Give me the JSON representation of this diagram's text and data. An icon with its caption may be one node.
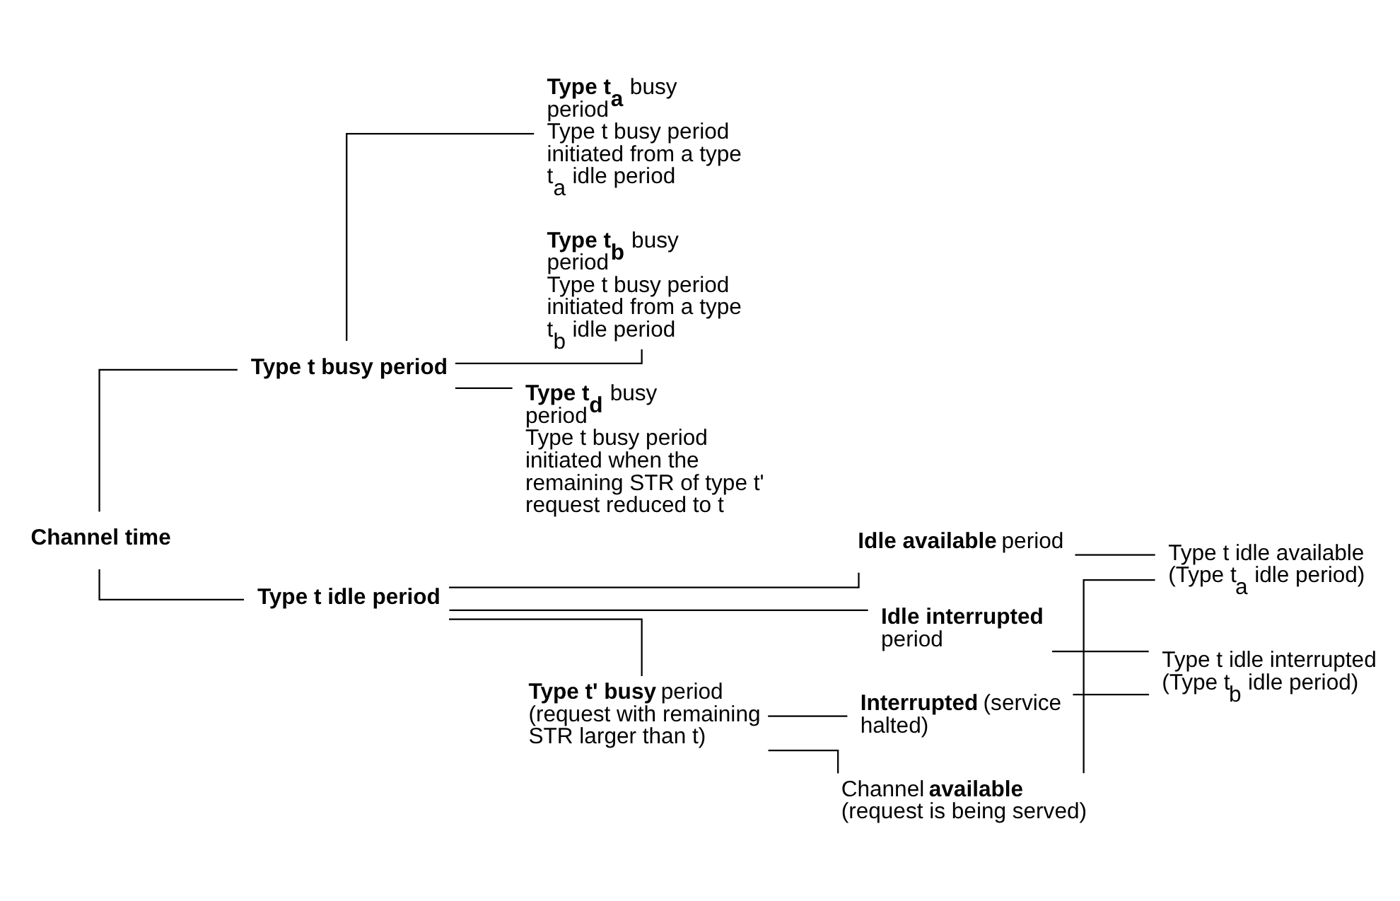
{
  "diagram": {
    "nodes": [
      {
        "text": [
          "Channel time"
        ]
      },
      {
        "text": [
          "Type t busy period"
        ]
      },
      {
        "text": [
          "Type t idle period"
        ]
      },
      {
        "text": [
          "**Type t$_{a}$** busy period",
          "Type t busy period initiated from a type t$_{a}$ idle period"
        ]
      },
      {
        "text": [
          "**Type t$_{b}$** busy period",
          "Type t busy period initiated from a type t$_{b}$ idle period"
        ]
      },
      {
        "text": [
          "**Type t$_{d}$** busy period",
          "Type t busy period initiated when the remaining STR of type t' request reduced to t"
        ]
      },
      {
        "text": [
          "**Idle available** period"
        ]
      },
      {
        "text": [
          "**Idle interrupted** period"
        ]
      },
      {
        "text": [
          "**Type t' busy** period",
          "(request with remaining STR larger than t)"
        ]
      },
      {
        "text": [
          "**Interrupted** (service halted)"
        ]
      },
      {
        "text": [
          "Channel **available** (request is being served)"
        ]
      },
      {
        "text": [
          "Type t idle interrupted (Type t$_{b}$ idle period)"
        ]
      },
      {
        "text": [
          "Type t idle available (Type t$_{a}$ idle period)"
        ]
      }
    ],
    "edges": [
      {
        "from": 0,
        "to": 1,
        "arrow": "none"
      },
      {
        "from": 0,
        "to": 2,
        "arrow": "none"
      },
      {
        "from": 1,
        "to": 3,
        "arrow": "none"
      },
      {
        "from": 1,
        "to": 4,
        "arrow": "none"
      },
      {
        "from": 1,
        "to": 5,
        "arrow": "none"
      },
      {
        "from": 2,
        "to": 6,
        "arrow": "none"
      },
      {
        "from": 2,
        "to": 7,
        "arrow": "none"
      },
      {
        "from": 2,
        "to": 8,
        "arrow": "none"
      },
      {
        "from": 8,
        "to": 9,
        "arrow": "none"
      },
      {
        "from": 8,
        "to": 10,
        "arrow": "none"
      },
      {
        "from": 7,
        "to": 11,
        "arrow": "none"
      },
      {
        "from": 9,
        "to": 11,
        "arrow": "none"
      },
      {
        "from": 6,
        "to": 12,
        "arrow": "none"
      },
      {
        "from": 10,
        "to": 12,
        "arrow": "none"
      }
    ]
  }
}
